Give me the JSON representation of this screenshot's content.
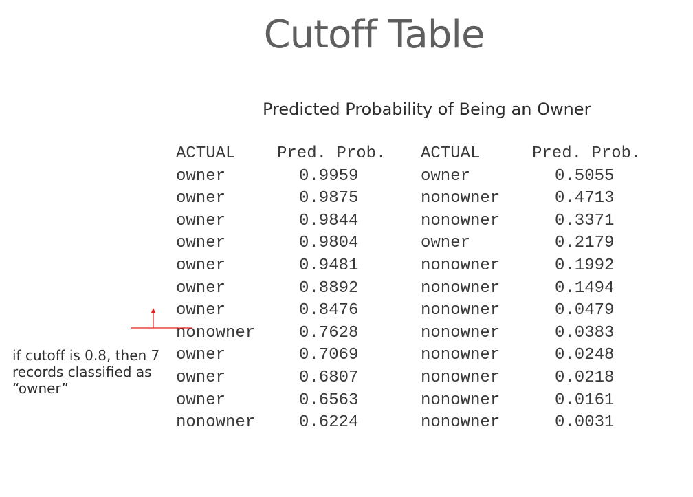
{
  "title": "Cutoff Table",
  "subtitle": "Predicted Probability of Being an Owner",
  "table": {
    "headers": [
      "ACTUAL",
      "Pred. Prob.",
      "ACTUAL",
      "Pred. Prob."
    ],
    "rows": [
      [
        "owner",
        "0.9959",
        "owner",
        "0.5055"
      ],
      [
        "owner",
        "0.9875",
        "nonowner",
        "0.4713"
      ],
      [
        "owner",
        "0.9844",
        "nonowner",
        "0.3371"
      ],
      [
        "owner",
        "0.9804",
        "owner",
        "0.2179"
      ],
      [
        "owner",
        "0.9481",
        "nonowner",
        "0.1992"
      ],
      [
        "owner",
        "0.8892",
        "nonowner",
        "0.1494"
      ],
      [
        "owner",
        "0.8476",
        "nonowner",
        "0.0479"
      ],
      [
        "nonowner",
        "0.7628",
        "nonowner",
        "0.0383"
      ],
      [
        "owner",
        "0.7069",
        "nonowner",
        "0.0248"
      ],
      [
        "owner",
        "0.6807",
        "nonowner",
        "0.0218"
      ],
      [
        "owner",
        "0.6563",
        "nonowner",
        "0.0161"
      ],
      [
        "nonowner",
        "0.6224",
        "nonowner",
        "0.0031"
      ]
    ]
  },
  "annotation": {
    "text": "if cutoff is 0.8, then 7 records classified as “owner”",
    "marker_color": "#e0201c"
  }
}
